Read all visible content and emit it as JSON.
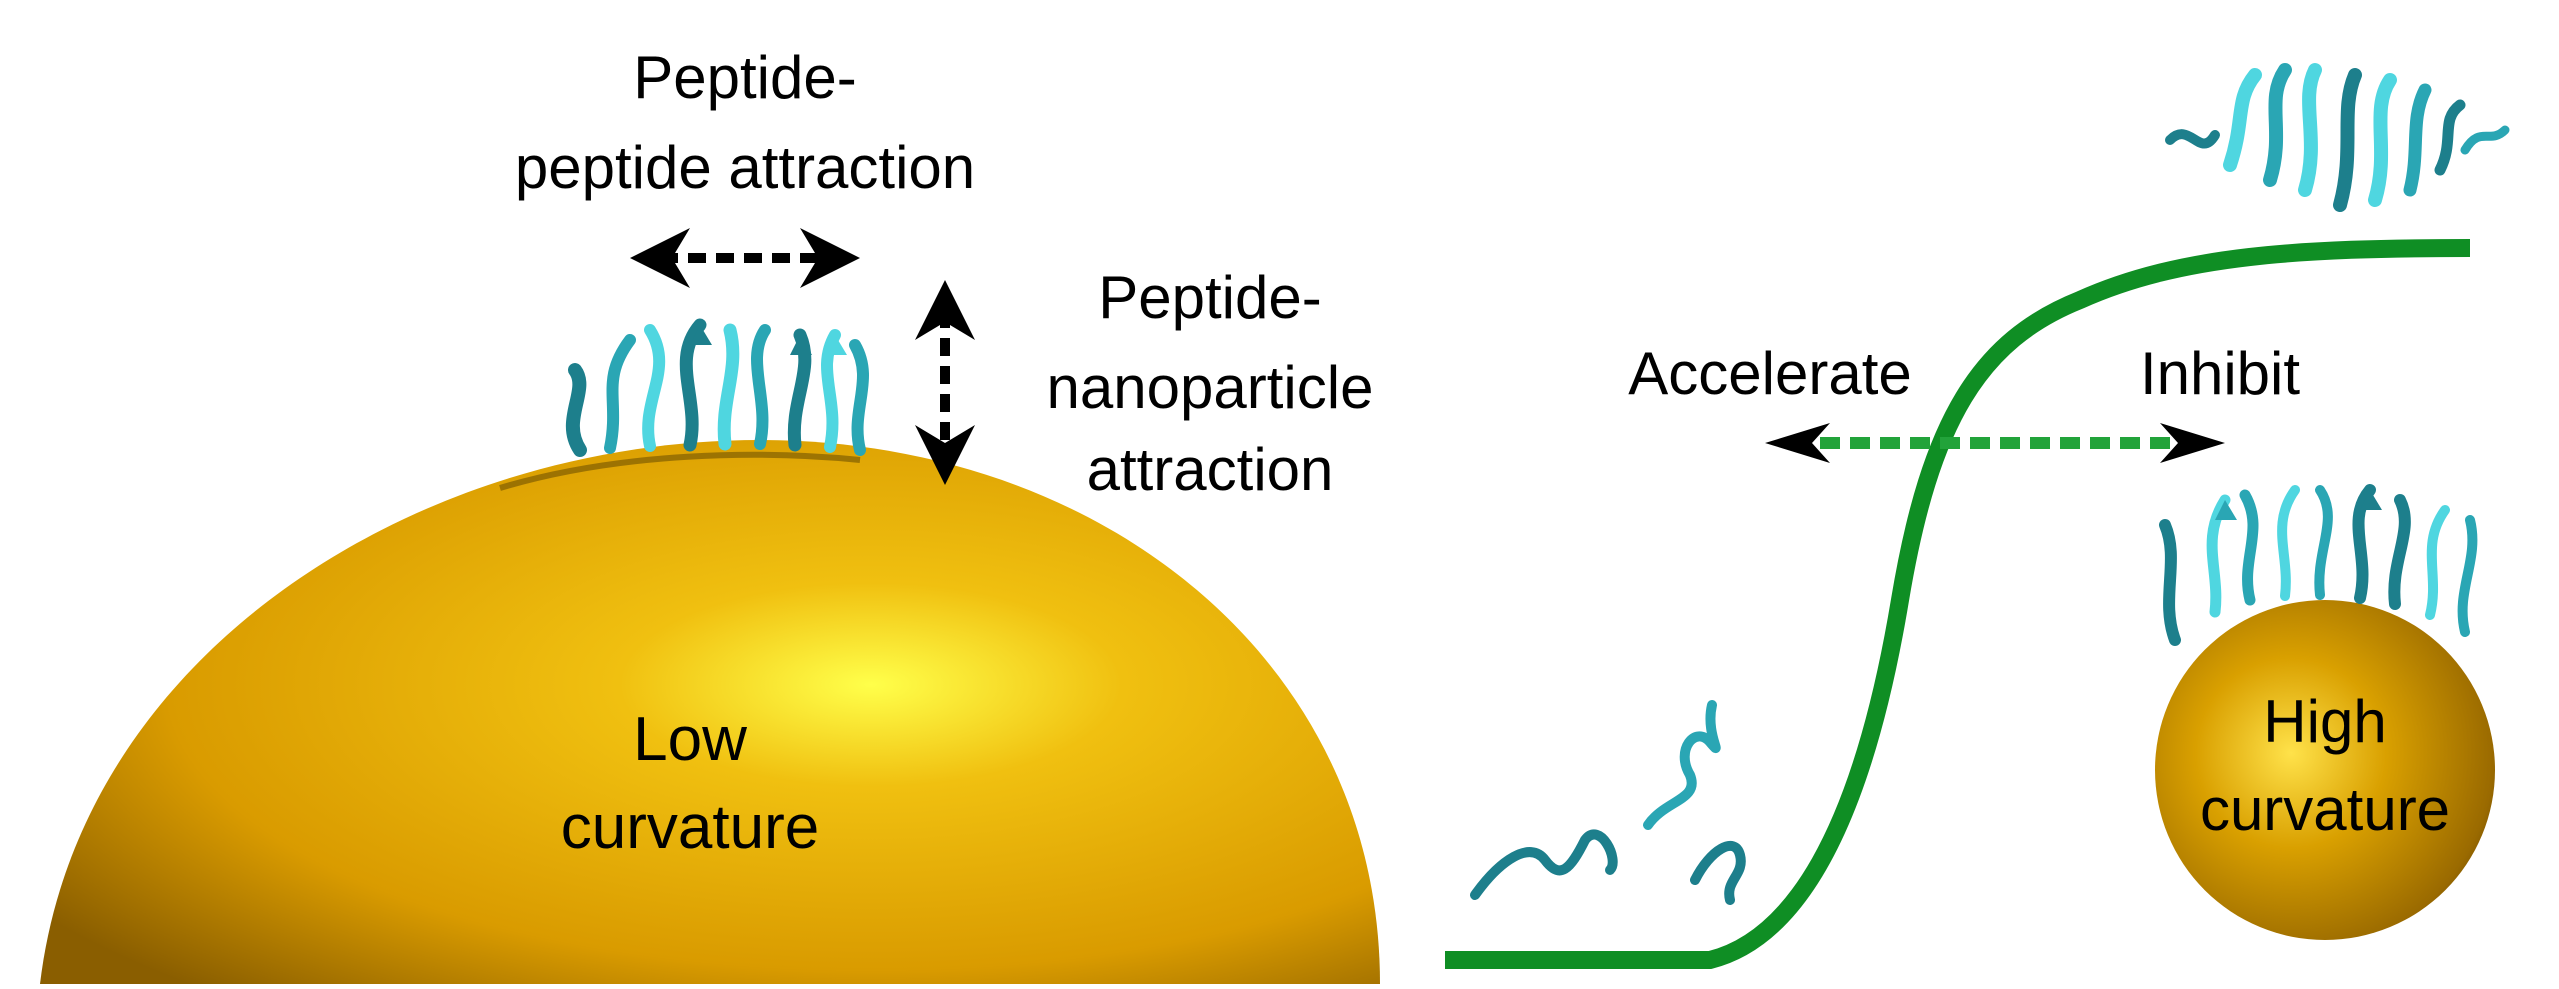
{
  "labels": {
    "peptide_peptide_line1": "Peptide-",
    "peptide_peptide_line2": "peptide attraction",
    "peptide_np_line1": "Peptide-",
    "peptide_np_line2": "nanoparticle",
    "peptide_np_line3": "attraction",
    "low_curv_line1": "Low",
    "low_curv_line2": "curvature",
    "high_curv_line1": "High",
    "high_curv_line2": "curvature",
    "accelerate": "Accelerate",
    "inhibit": "Inhibit"
  },
  "colors": {
    "gold_light": "#ffee44",
    "gold_mid": "#e3a800",
    "gold_dark": "#8a5e00",
    "curve_green": "#0f8e24",
    "arrow_green": "#22a33a",
    "peptide_light": "#4fd6e0",
    "peptide_dark": "#1d7f8c",
    "arrow_black": "#000000"
  }
}
